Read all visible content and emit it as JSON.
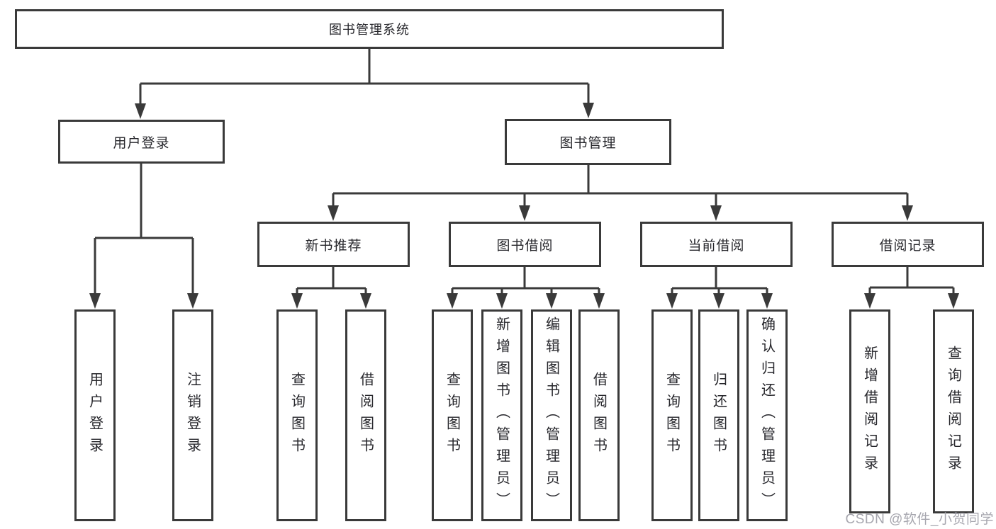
{
  "tree": {
    "root": {
      "label": "图书管理系统"
    },
    "children": [
      {
        "label": "用户登录",
        "children": [
          {
            "label": "用户登录"
          },
          {
            "label": "注销登录"
          }
        ]
      },
      {
        "label": "图书管理",
        "children": [
          {
            "label": "新书推荐",
            "children": [
              {
                "label": "查询图书"
              },
              {
                "label": "借阅图书"
              }
            ]
          },
          {
            "label": "图书借阅",
            "children": [
              {
                "label": "查询图书"
              },
              {
                "label": "新增图书（管理员）"
              },
              {
                "label": "编辑图书（管理员）"
              },
              {
                "label": "借阅图书"
              }
            ]
          },
          {
            "label": "当前借阅",
            "children": [
              {
                "label": "查询图书"
              },
              {
                "label": "归还图书"
              },
              {
                "label": "确认归还（管理员）"
              }
            ]
          },
          {
            "label": "借阅记录",
            "children": [
              {
                "label": "新增借阅记录"
              },
              {
                "label": "查询借阅记录"
              }
            ]
          }
        ]
      }
    ]
  },
  "watermark": "CSDN @软件_小贺同学",
  "colors": {
    "line": "#3a3a3a",
    "text": "#26262b",
    "watermark": "#a7a7af",
    "background": "#ffffff"
  }
}
